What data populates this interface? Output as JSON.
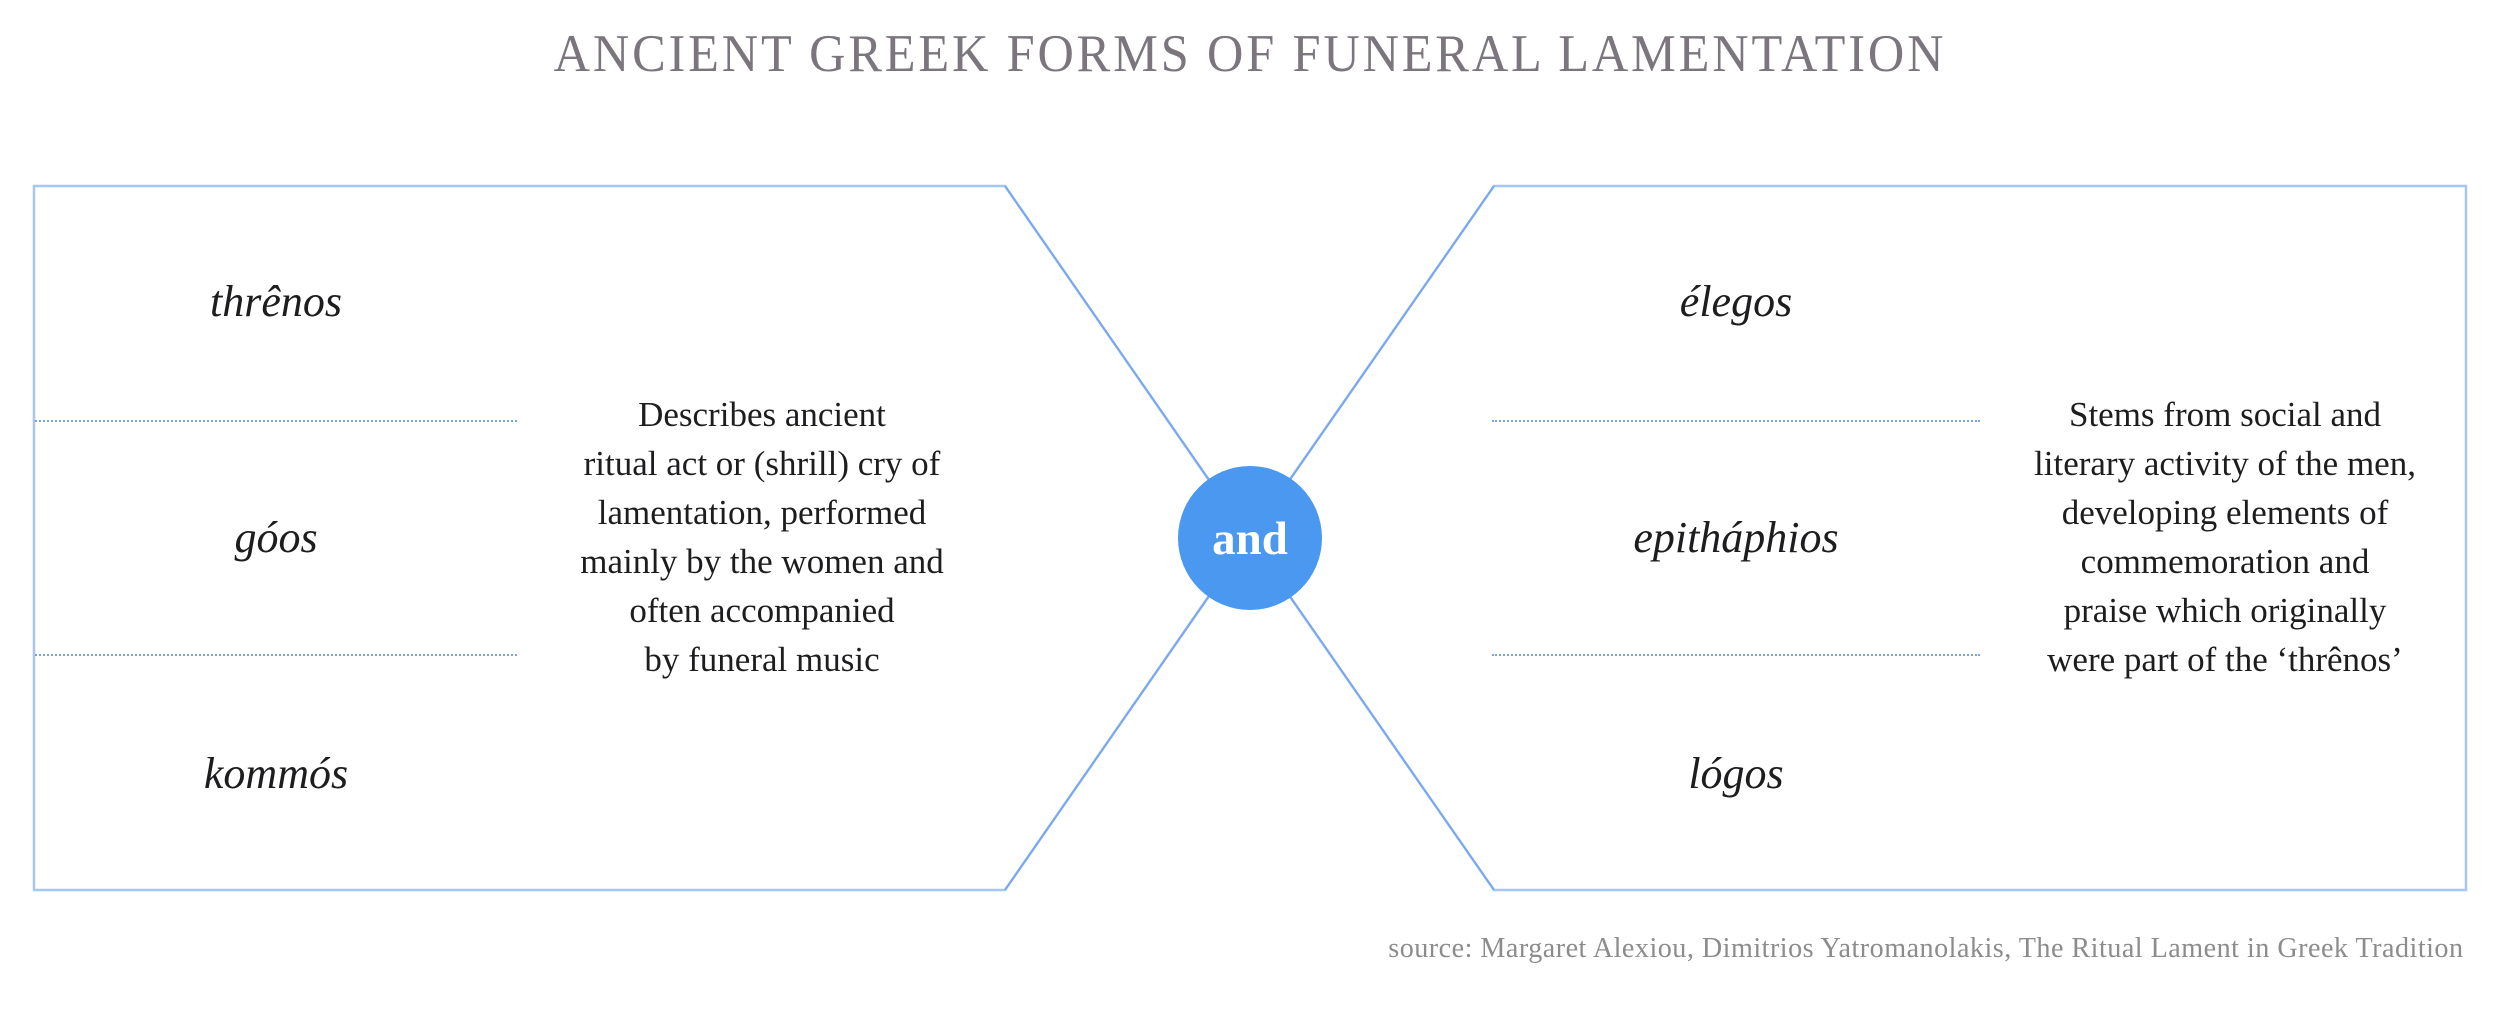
{
  "title": "ANCIENT GREEK FORMS OF FUNERAL LAMENTATION",
  "left_panel": {
    "terms": [
      "thrênos",
      "góos",
      "kommós"
    ],
    "description": "Describes ancient\nritual act or (shrill) cry of\nlamentation, performed\nmainly by the women and\noften accompanied\nby funeral music"
  },
  "right_panel": {
    "terms": [
      "élegos",
      "epitháphios",
      "lógos"
    ],
    "description": "Stems from social and\nliterary activity of the men,\ndeveloping elements of\ncommemoration and\npraise which originally\nwere part of the ‘thrênos’"
  },
  "connector": {
    "label": "and"
  },
  "source": "source: Margaret Alexiou, Dimitrios Yatromanolakis, The Ritual Lament in Greek Tradition",
  "colors": {
    "accent-color": "#4a98ef",
    "border-color": "#a6c6f3",
    "diagonal-color": "#79a9ec",
    "dotted-color": "#74a4ec",
    "text-color": "#1d1d1f",
    "title-color": "#7b767e",
    "source-color": "#8c8c8c"
  }
}
